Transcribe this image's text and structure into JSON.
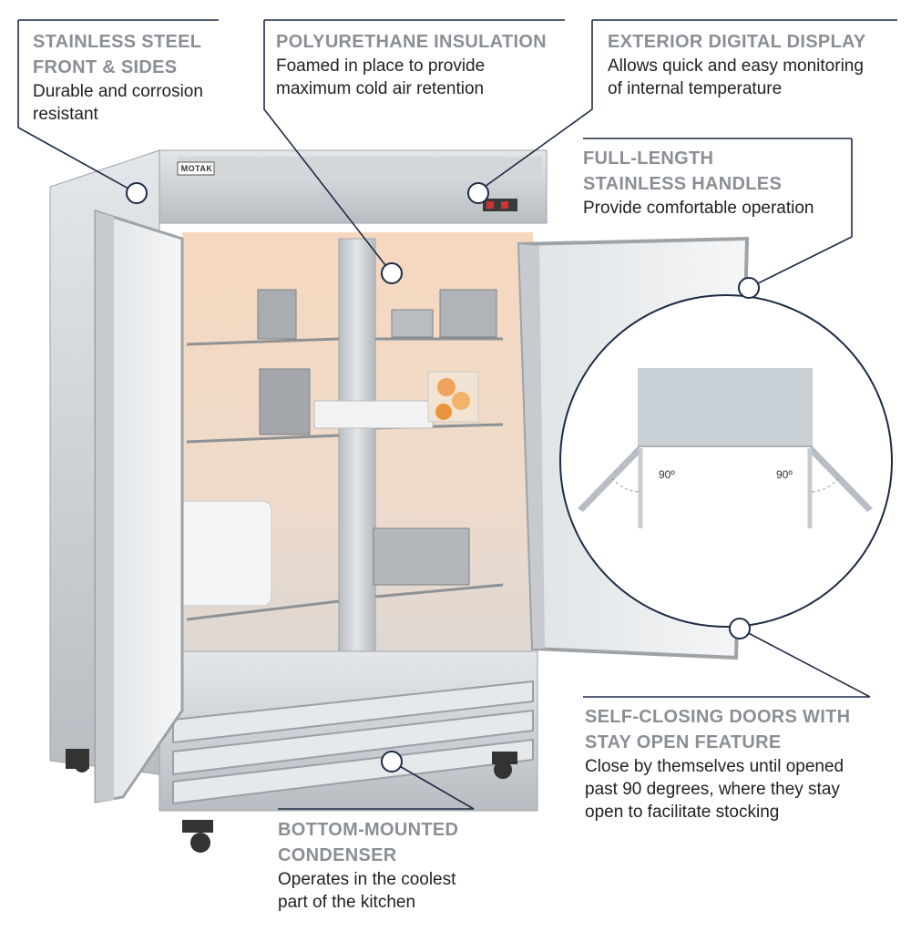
{
  "brand": "MOTAK",
  "callouts": {
    "stainless": {
      "title_line1": "STAINLESS STEEL",
      "title_line2": "FRONT & SIDES",
      "desc_line1": "Durable and corrosion",
      "desc_line2": "resistant"
    },
    "insulation": {
      "title_line1": "POLYURETHANE INSULATION",
      "desc_line1": "Foamed in place to provide",
      "desc_line2": "maximum  cold air retention"
    },
    "display": {
      "title_line1": "EXTERIOR DIGITAL DISPLAY",
      "desc_line1": "Allows quick and easy monitoring",
      "desc_line2": "of internal  temperature"
    },
    "handles": {
      "title_line1": "FULL-LENGTH",
      "title_line2": "STAINLESS HANDLES",
      "desc_line1": "Provide comfortable operation"
    },
    "doors": {
      "title_line1": "SELF-CLOSING DOORS WITH",
      "title_line2": "STAY OPEN FEATURE",
      "desc_line1": "Close by themselves until opened",
      "desc_line2": "past 90 degrees, where they stay",
      "desc_line3": "open to facilitate stocking"
    },
    "condenser": {
      "title_line1": "BOTTOM-MOUNTED",
      "title_line2": "CONDENSER",
      "desc_line1": "Operates in the coolest",
      "desc_line2": "part of the kitchen"
    }
  },
  "door_diagram": {
    "angle_left": "90º",
    "angle_right": "90º"
  },
  "colors": {
    "title_gray": "#8a8f96",
    "leader_navy": "#1d2b45",
    "steel": "#c9cdd1",
    "interior_warm": "#f3d9c4"
  }
}
